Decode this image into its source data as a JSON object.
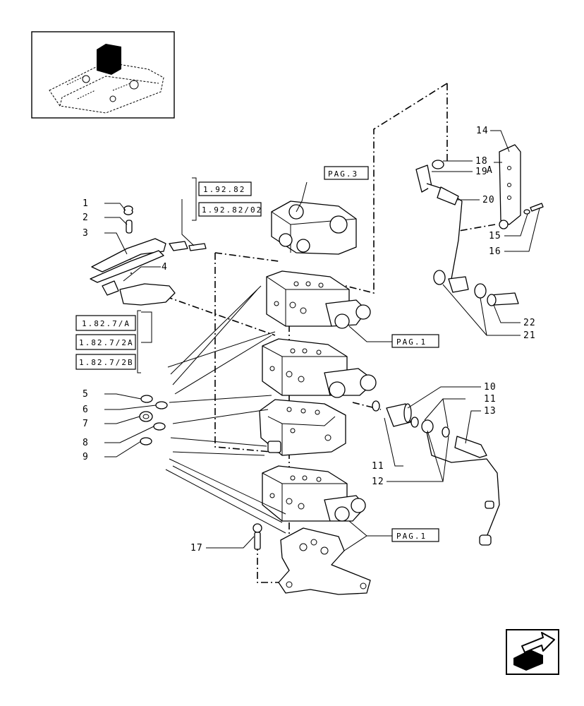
{
  "callouts": [
    {
      "id": "1",
      "label": "1"
    },
    {
      "id": "2",
      "label": "2"
    },
    {
      "id": "3",
      "label": "3"
    },
    {
      "id": "4",
      "label": "4"
    },
    {
      "id": "5",
      "label": "5"
    },
    {
      "id": "6",
      "label": "6"
    },
    {
      "id": "7",
      "label": "7"
    },
    {
      "id": "8",
      "label": "8"
    },
    {
      "id": "9",
      "label": "9"
    },
    {
      "id": "10",
      "label": "10"
    },
    {
      "id": "11a",
      "label": "11"
    },
    {
      "id": "11b",
      "label": "11"
    },
    {
      "id": "12",
      "label": "12"
    },
    {
      "id": "13",
      "label": "13"
    },
    {
      "id": "14",
      "label": "14"
    },
    {
      "id": "15",
      "label": "15"
    },
    {
      "id": "16",
      "label": "16"
    },
    {
      "id": "17",
      "label": "17"
    },
    {
      "id": "18",
      "label": "18"
    },
    {
      "id": "19",
      "label": "19"
    },
    {
      "id": "20",
      "label": "20"
    },
    {
      "id": "21",
      "label": "21"
    },
    {
      "id": "22",
      "label": "22"
    },
    {
      "id": "A",
      "label": "A"
    }
  ],
  "page_refs": [
    {
      "id": "pag3",
      "label": "PAG.3"
    },
    {
      "id": "pag1a",
      "label": "PAG.1"
    },
    {
      "id": "pag1b",
      "label": "PAG.1"
    }
  ],
  "section_refs": [
    {
      "id": "r1",
      "label": "1.92.82"
    },
    {
      "id": "r2",
      "label": "1.92.82/02"
    },
    {
      "id": "r3",
      "label": "1.82.7/A"
    },
    {
      "id": "r4",
      "label": "1.82.7/2A"
    },
    {
      "id": "r5",
      "label": "1.82.7/2B"
    }
  ],
  "thumbnail": {
    "icon": "hydraulic-lift-thumbnail-icon"
  },
  "nav": {
    "icon": "next-page-arrow-icon"
  }
}
